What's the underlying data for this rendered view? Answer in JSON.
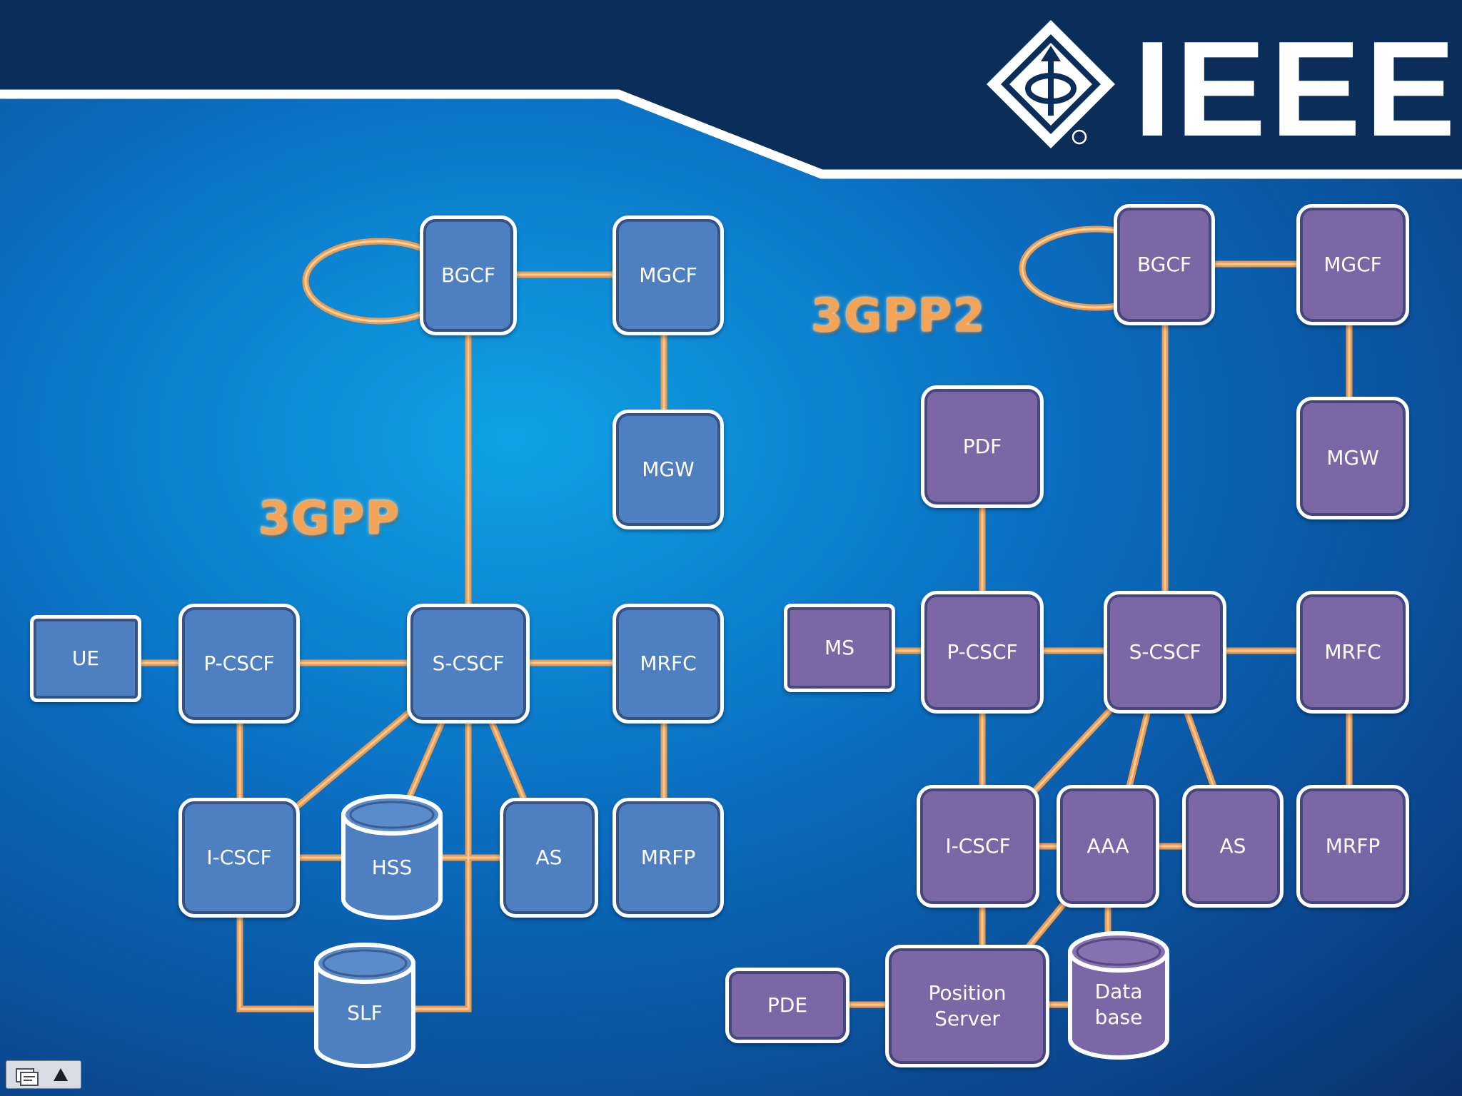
{
  "header": {
    "brand_text": "IEEE",
    "brand_logo": "ieee-diamond-logo",
    "colors": {
      "band": "#0b2d5a",
      "stripe": "#ffffff"
    }
  },
  "regions": {
    "left_label": "3GPP",
    "right_label": "3GPP2"
  },
  "colors": {
    "blue_node": "#4e7fc0",
    "purple_node": "#7b66a6",
    "link": "#ee9a4f"
  },
  "nodes": {
    "g_bgcf": "BGCF",
    "g_mgcf": "MGCF",
    "g_mgw": "MGW",
    "g_ue": "UE",
    "g_pcscf": "P-CSCF",
    "g_scscf": "S-CSCF",
    "g_mrfc": "MRFC",
    "g_icscf": "I-CSCF",
    "g_hss": "HSS",
    "g_as": "AS",
    "g_mrfp": "MRFP",
    "g_slf": "SLF",
    "p_bgcf": "BGCF",
    "p_mgcf": "MGCF",
    "p_pdf": "PDF",
    "p_mgw": "MGW",
    "p_ms": "MS",
    "p_pcscf": "P-CSCF",
    "p_scscf": "S-CSCF",
    "p_mrfc": "MRFC",
    "p_icscf": "I-CSCF",
    "p_aaa": "AAA",
    "p_as": "AS",
    "p_mrfp": "MRFP",
    "p_pde": "PDE",
    "p_pos": "Position\nServer",
    "p_db": "Data\nbase"
  },
  "footer": {
    "widget_icons": [
      "slide-icon",
      "up-arrow-icon"
    ]
  }
}
